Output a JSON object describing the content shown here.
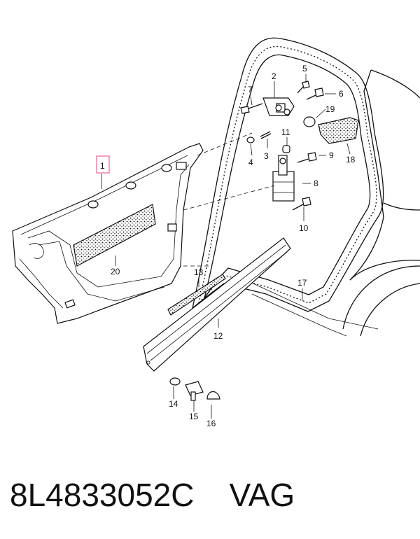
{
  "diagram": {
    "callouts": {
      "c1": "1",
      "c2": "2",
      "c3": "3",
      "c4": "4",
      "c5": "5",
      "c6": "6",
      "c7": "7",
      "c8": "8",
      "c9": "9",
      "c10": "10",
      "c11": "11",
      "c12": "12",
      "c13": "13",
      "c14": "14",
      "c15": "15",
      "c16": "16",
      "c17": "17",
      "c18": "18",
      "c19": "19",
      "c20": "20"
    },
    "highlight_color": "#e87a9a"
  },
  "caption": {
    "part_number": "8L4833052C",
    "brand": "VAG"
  }
}
